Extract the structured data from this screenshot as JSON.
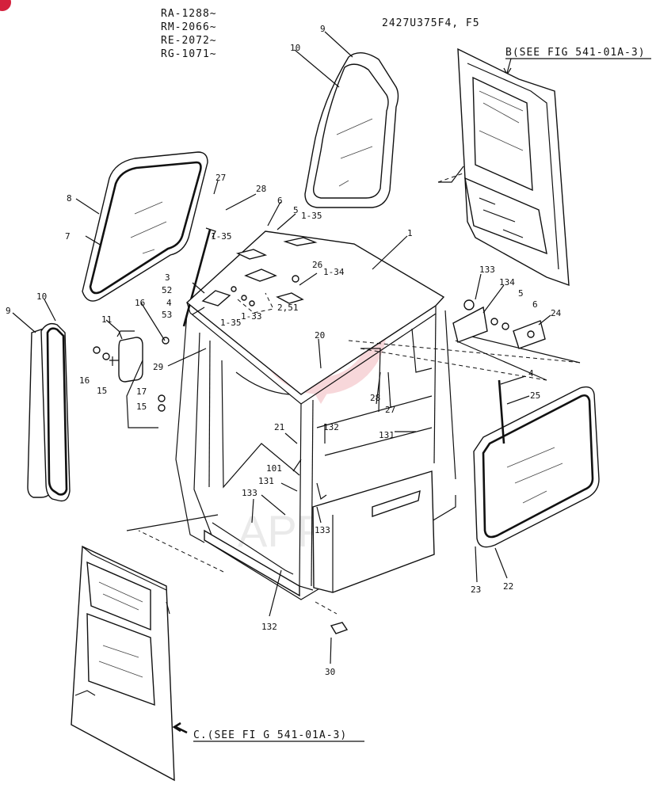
{
  "header": {
    "serials": [
      "RA-1288~",
      "RM-2066~",
      "RE-2072~",
      "RG-1071~"
    ],
    "model_code": "2427U375F4, F5"
  },
  "references": {
    "b": "B(SEE FIG 541-01A-3)",
    "c": "C.(SEE FI G  541-01A-3)"
  },
  "watermark": "APPEX",
  "colors": {
    "watermark": "#f2b8bc",
    "badge": "#d4213d",
    "ink": "#111111"
  },
  "callouts": {
    "n1": "1",
    "n3": "3",
    "n4a": "4",
    "n4b": "4",
    "n5a": "5",
    "n5b": "5",
    "n6a": "6",
    "n6b": "6",
    "n7": "7",
    "n8": "8",
    "n9a": "9",
    "n9b": "9",
    "n10a": "10",
    "n10b": "10",
    "n11": "11",
    "n15a": "15",
    "n15b": "15",
    "n16a": "16",
    "n16b": "16",
    "n17": "17",
    "n20": "20",
    "n21": "21",
    "n22": "22",
    "n23": "23",
    "n24": "24",
    "n25": "25",
    "n26": "26",
    "n27a": "27",
    "n27b": "27",
    "n28a": "28",
    "n28b": "28",
    "n29": "29",
    "n30": "30",
    "n35a": "1-35",
    "n35b": "1-35",
    "n35c": "1-35",
    "n33": "1-33",
    "n34": "1-34",
    "n251": "2,51",
    "n52": "52",
    "n53": "53",
    "n101": "101",
    "n131a": "131",
    "n131b": "131",
    "n132a": "132",
    "n132b": "132",
    "n133a": "133",
    "n133b": "133",
    "n133c": "133",
    "n134": "134"
  }
}
